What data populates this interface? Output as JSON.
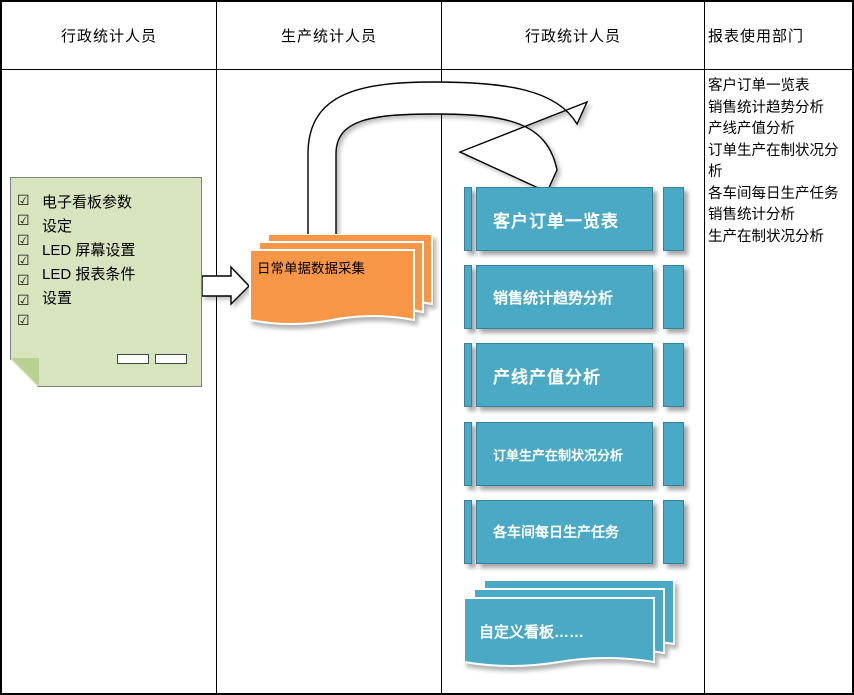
{
  "lanes": [
    {
      "title": "行政统计人员"
    },
    {
      "title": "生产统计人员"
    },
    {
      "title": "行政统计人员"
    },
    {
      "title": "报表使用部门"
    }
  ],
  "settings_note": {
    "checkboxes": [
      "☑",
      "☑",
      "☑",
      "☑",
      "☑",
      "☑",
      "☑"
    ],
    "lines": [
      "电子看板参数",
      "设定",
      "LED 屏幕设置",
      "LED 报表条件",
      "设置"
    ]
  },
  "collection_doc": {
    "label": "日常单据数据采集"
  },
  "report_panels": [
    {
      "label": "客户订单一览表"
    },
    {
      "label": "销售统计趋势分析"
    },
    {
      "label": "产线产值分析"
    },
    {
      "label": "订单生产在制状况分析"
    },
    {
      "label": "各车间每日生产任务"
    }
  ],
  "custom_board": {
    "label": "自定义看板……"
  },
  "report_usage_list": [
    "客户订单一览表",
    "销售统计趋势分析",
    "产线产值分析",
    "订单生产在制状况分析",
    "各车间每日生产任务",
    "销售统计分析",
    "生产在制状况分析"
  ],
  "colors": {
    "note_green": "#d7e4bd",
    "doc_orange": "#f79646",
    "panel_teal": "#4aa9c5"
  }
}
